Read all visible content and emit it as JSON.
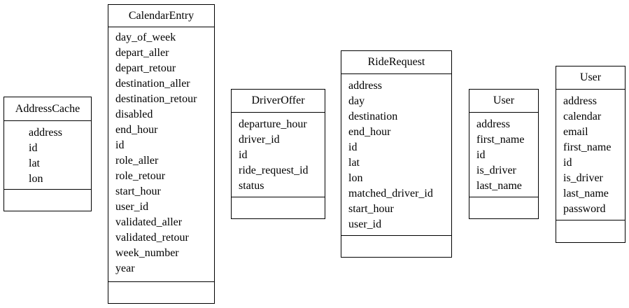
{
  "classes": [
    {
      "name": "AddressCache",
      "attributes": [
        "address",
        "id",
        "lat",
        "lon"
      ]
    },
    {
      "name": "CalendarEntry",
      "attributes": [
        "day_of_week",
        "depart_aller",
        "depart_retour",
        "destination_aller",
        "destination_retour",
        "disabled",
        "end_hour",
        "id",
        "role_aller",
        "role_retour",
        "start_hour",
        "user_id",
        "validated_aller",
        "validated_retour",
        "week_number",
        "year"
      ]
    },
    {
      "name": "DriverOffer",
      "attributes": [
        "departure_hour",
        "driver_id",
        "id",
        "ride_request_id",
        "status"
      ]
    },
    {
      "name": "RideRequest",
      "attributes": [
        "address",
        "day",
        "destination",
        "end_hour",
        "id",
        "lat",
        "lon",
        "matched_driver_id",
        "start_hour",
        "user_id"
      ]
    },
    {
      "name": "User",
      "attributes": [
        "address",
        "first_name",
        "id",
        "is_driver",
        "last_name"
      ]
    },
    {
      "name": "User",
      "attributes": [
        "address",
        "calendar",
        "email",
        "first_name",
        "id",
        "is_driver",
        "last_name",
        "password"
      ]
    }
  ]
}
